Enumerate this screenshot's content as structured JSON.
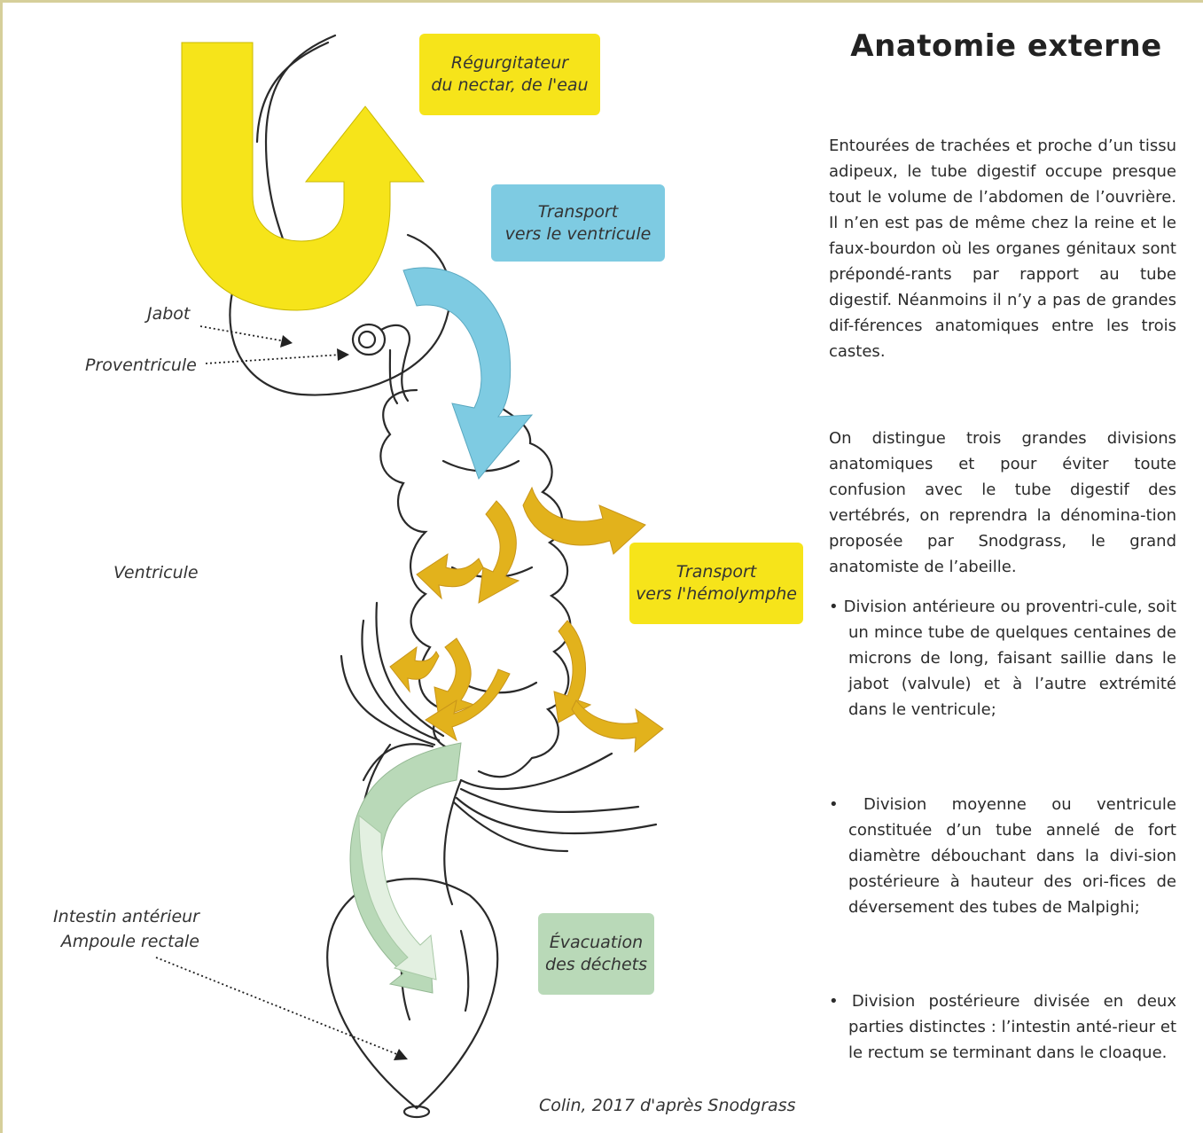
{
  "title": "Anatomie externe",
  "paragraphs": [
    "Entourées de trachées et proche d’un tissu adipeux, le tube digestif occupe presque tout le volume de l’abdomen de l’ouvrière. Il n’en est pas de même chez la reine et le faux-bourdon où les organes génitaux sont prépondé-rants par rapport au tube digestif. Néanmoins il n’y a pas de grandes dif-férences anatomiques entre les trois castes.",
    "On distingue trois grandes divisions anatomiques et pour éviter toute confusion avec le tube digestif des vertébrés, on reprendra la dénomina-tion proposée par Snodgrass, le grand anatomiste de l’abeille."
  ],
  "bullets": [
    "• Division antérieure ou proventri-cule, soit un mince tube de quelques centaines de microns de long, faisant saillie dans le jabot (valvule) et à l’autre extrémité dans le ventricule;",
    "• Division moyenne ou ventricule constituée d’un tube annelé de fort diamètre débouchant dans la divi-sion postérieure à hauteur des ori-fices de déversement des tubes de Malpighi;",
    "• Division postérieure divisée en deux parties distinctes : l’intestin anté-rieur et le rectum se terminant dans le cloaque."
  ],
  "boxes": {
    "regurgitateur": [
      "Régurgitateur",
      "du nectar, de l'eau"
    ],
    "transport_ventricule": [
      "Transport",
      "vers le ventricule"
    ],
    "transport_hemolymphe": [
      "Transport",
      "vers l'hémolymphe"
    ],
    "evacuation": [
      "Évacuation",
      "des déchets"
    ]
  },
  "labels": {
    "jabot": "Jabot",
    "proventricule": "Proventricule",
    "ventricule": "Ventricule",
    "intestin_line1": "Intestin antérieur",
    "intestin_line2": "Ampoule rectale"
  },
  "credit": "Colin, 2017 d'après Snodgrass",
  "colors": {
    "yellow": "#f6e41a",
    "blue": "#7ecbe2",
    "green": "#b9d9b8",
    "amber": "#e2b21c",
    "frame": "#d6cf9a"
  }
}
